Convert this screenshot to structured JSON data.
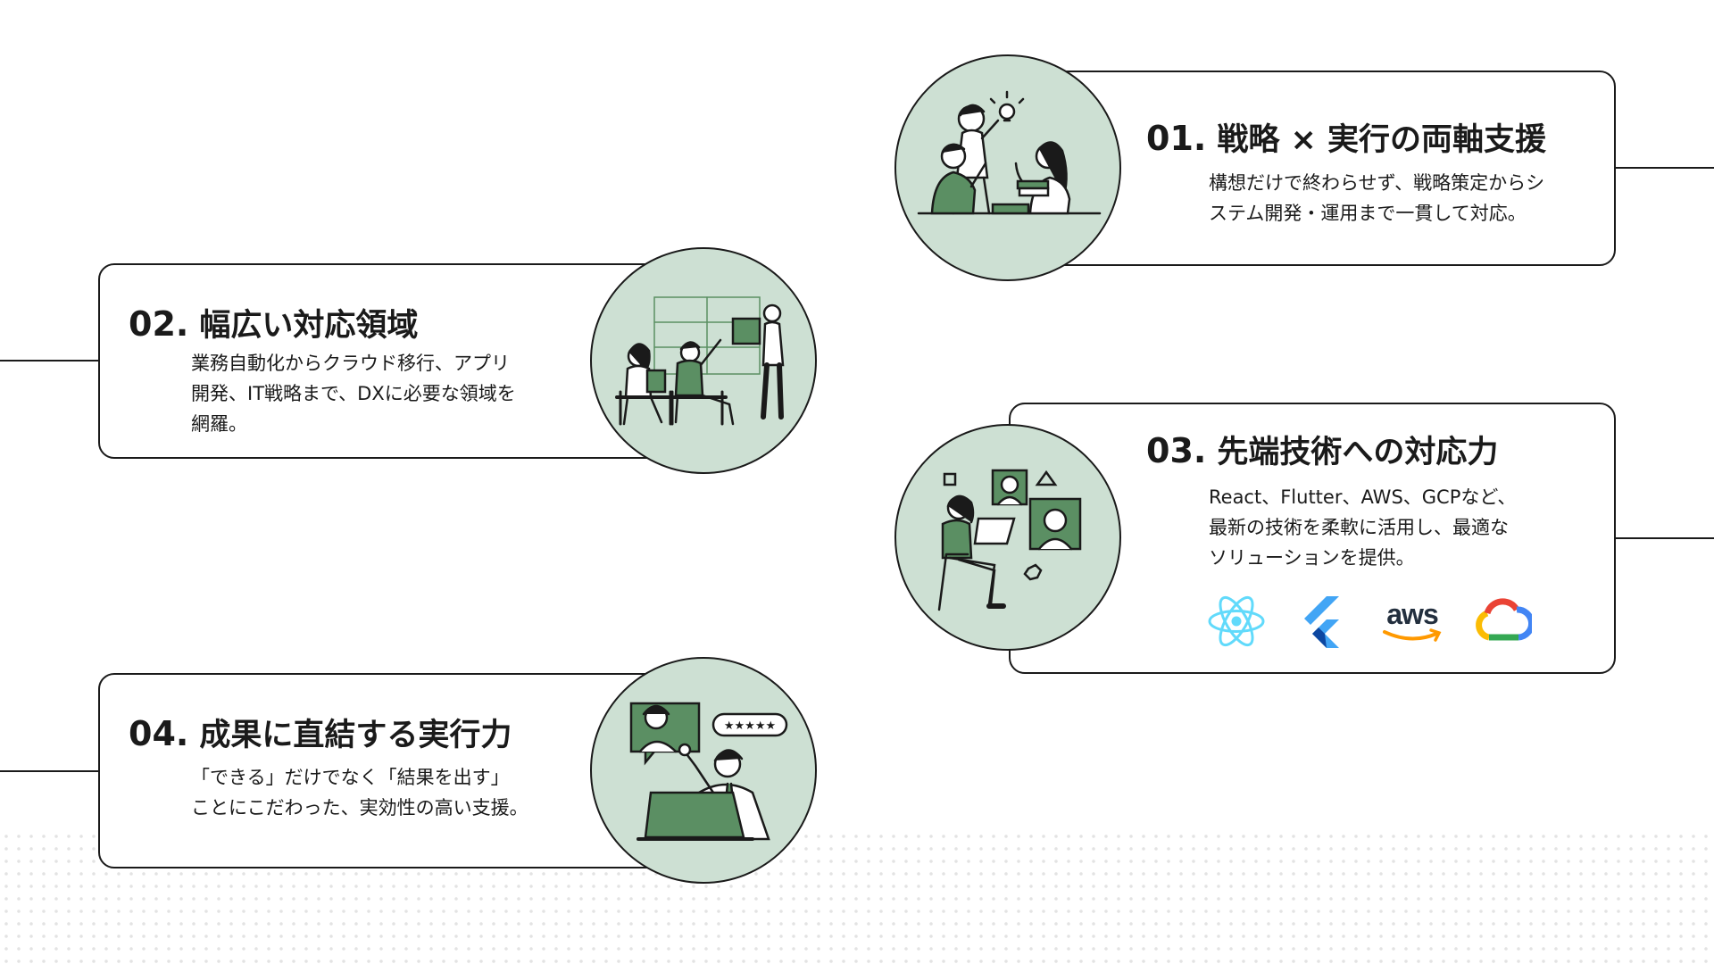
{
  "features": [
    {
      "number": "01.",
      "title": "戦略 × 実行の両軸支援",
      "description": "構想だけで終わらせず、戦略策定からシ\nステム開発・運用まで一貫して対応。"
    },
    {
      "number": "02.",
      "title": "幅広い対応領域",
      "description": "業務自動化からクラウド移行、アプリ\n開発、IT戦略まで、DXに必要な領域を\n網羅。"
    },
    {
      "number": "03.",
      "title": "先端技術への対応力",
      "description": "React、Flutter、AWS、GCPなど、\n最新の技術を柔軟に活用し、最適な\nソリューションを提供。",
      "tech_logos": [
        "react-logo",
        "flutter-logo",
        "aws-logo",
        "google-cloud-logo"
      ],
      "aws_text": "aws"
    },
    {
      "number": "04.",
      "title": "成果に直結する実行力",
      "description": "「できる」だけでなく「結果を出す」\nことにこだわった、実効性の高い支援。"
    }
  ],
  "colors": {
    "accent_green": "#5b8f63",
    "circle_fill": "#cde0d3",
    "line": "#1a1a1a",
    "react": "#61dafb",
    "flutter_light": "#42a5f5",
    "flutter_dark": "#0d47a1",
    "aws_orange": "#ff9900",
    "aws_text": "#232f3e"
  }
}
